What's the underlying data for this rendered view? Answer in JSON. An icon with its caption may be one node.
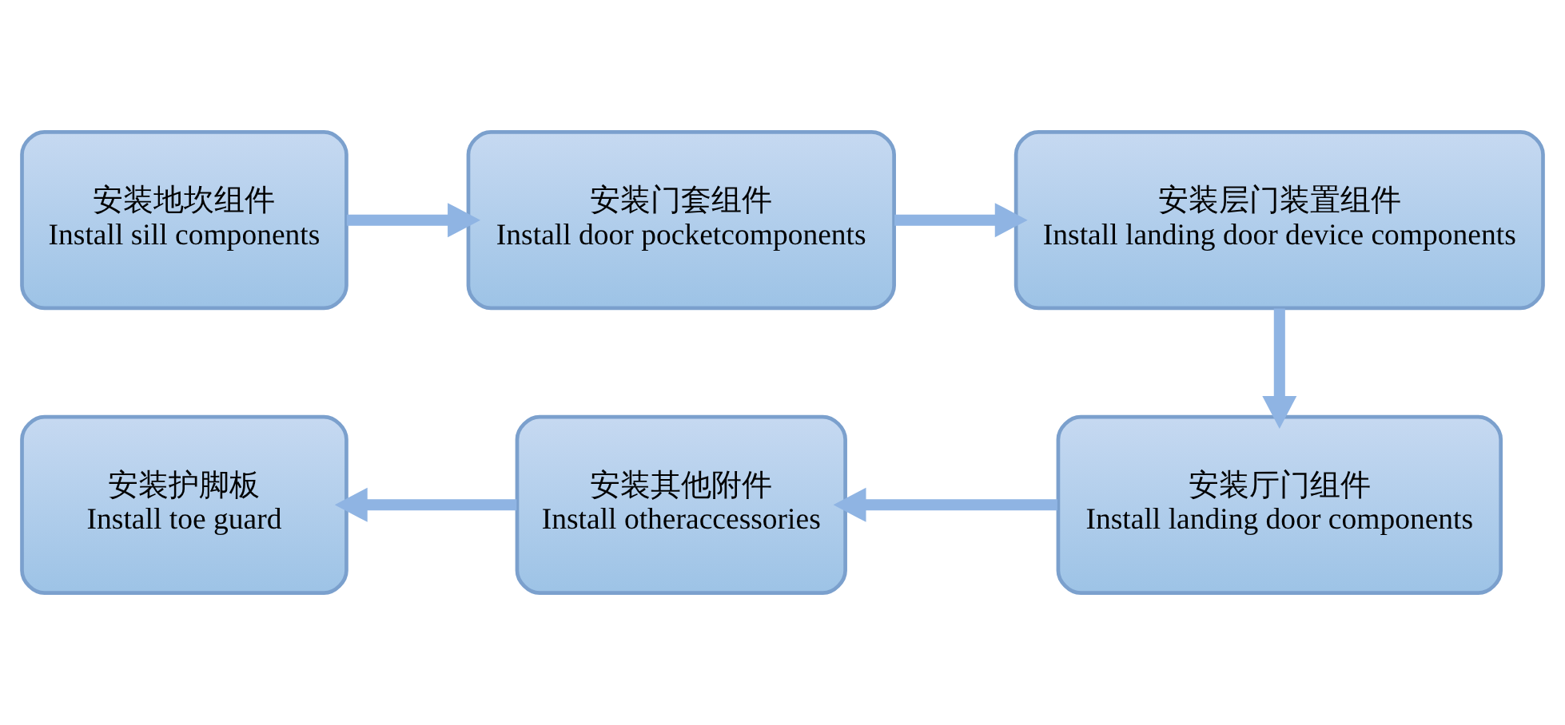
{
  "diagram": {
    "nodes": [
      {
        "text": [
          "安装地坎组件",
          "Install sill components"
        ]
      },
      {
        "text": [
          "安装门套组件",
          "Install door pocketcomponents"
        ]
      },
      {
        "text": [
          "安装层门装置组件",
          "Install landing door device components"
        ]
      },
      {
        "text": [
          "安装厅门组件",
          "Install landing door components"
        ]
      },
      {
        "text": [
          "安装其他附件",
          "Install otheraccessories"
        ]
      },
      {
        "text": [
          "安装护脚板",
          "Install toe guard"
        ]
      }
    ],
    "edges": [
      {
        "from": 0,
        "to": 1,
        "arrow": "to"
      },
      {
        "from": 1,
        "to": 2,
        "arrow": "to"
      },
      {
        "from": 2,
        "to": 3,
        "arrow": "to"
      },
      {
        "from": 3,
        "to": 4,
        "arrow": "to"
      },
      {
        "from": 4,
        "to": 5,
        "arrow": "to"
      }
    ]
  }
}
